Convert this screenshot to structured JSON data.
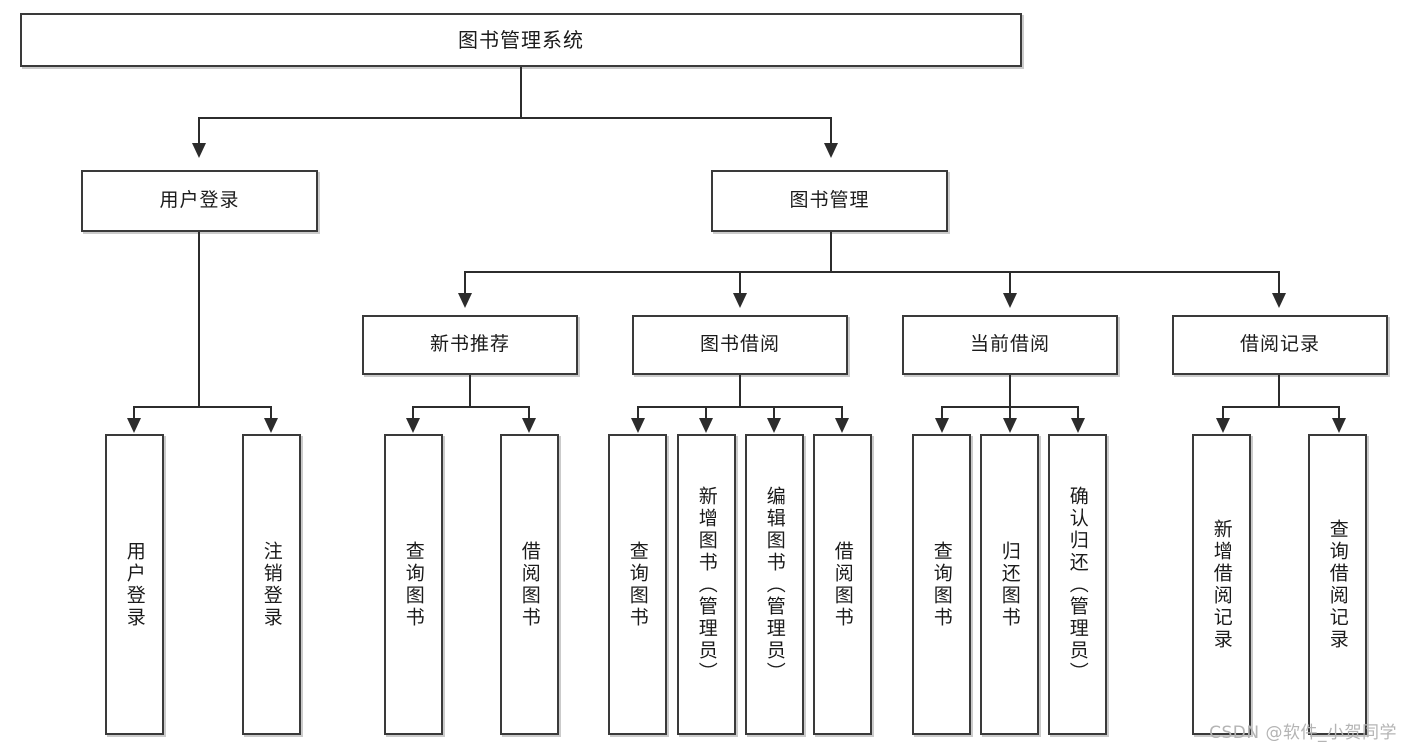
{
  "diagram": {
    "title": "图书管理系统",
    "type": "功能结构图",
    "watermark": "CSDN @软件_小贺同学",
    "root": {
      "label": "图书管理系统"
    },
    "level2": [
      {
        "label": "用户登录"
      },
      {
        "label": "图书管理"
      }
    ],
    "level3": [
      {
        "label": "新书推荐"
      },
      {
        "label": "图书借阅"
      },
      {
        "label": "当前借阅"
      },
      {
        "label": "借阅记录"
      }
    ],
    "leaves": {
      "user_login": [
        {
          "label": "用户登录"
        },
        {
          "label": "注销登录"
        }
      ],
      "new_book_recommend": [
        {
          "label": "查询图书"
        },
        {
          "label": "借阅图书"
        }
      ],
      "book_borrow": [
        {
          "label": "查询图书"
        },
        {
          "label": "新增图书（管理员）"
        },
        {
          "label": "编辑图书（管理员）"
        },
        {
          "label": "借阅图书"
        }
      ],
      "current_borrow": [
        {
          "label": "查询图书"
        },
        {
          "label": "归还图书"
        },
        {
          "label": "确认归还（管理员）"
        }
      ],
      "borrow_record": [
        {
          "label": "新增借阅记录"
        },
        {
          "label": "查询借阅记录"
        }
      ]
    },
    "colors": {
      "box_border": "#3a3a3a",
      "line": "#2c2c2c",
      "background": "#ffffff",
      "text": "#1b1b1b",
      "watermark": "#b4b4b4"
    }
  }
}
